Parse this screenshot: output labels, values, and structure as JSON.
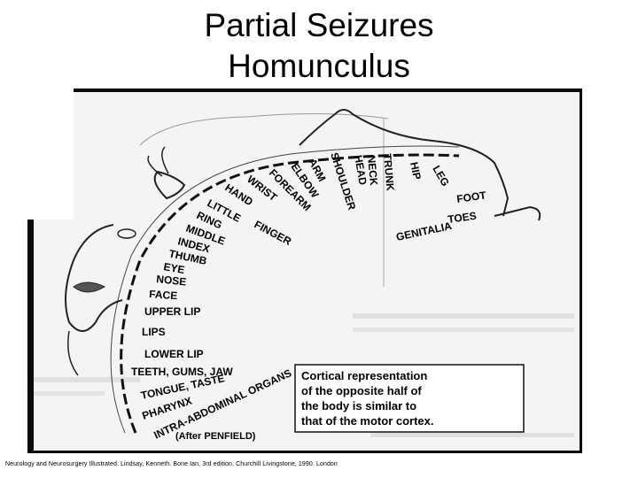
{
  "slide": {
    "title_line1": "Partial Seizures",
    "title_line2": "Homunculus",
    "citation": "Neurology and Neurosurgery Illustrated. Lindsay, Kenneth. Bone Ian, 3rd edition. Churchill Livingstone, 1990. London"
  },
  "diagram": {
    "body_parts": [
      "HIP",
      "LEG",
      "TRUNK",
      "NECK",
      "HEAD",
      "SHOULDER",
      "ARM",
      "ELBOW",
      "FOREARM",
      "WRIST",
      "HAND",
      "LITTLE",
      "FINGER",
      "RING",
      "MIDDLE",
      "INDEX",
      "THUMB",
      "EYE",
      "NOSE",
      "FACE",
      "UPPER LIP",
      "LIPS",
      "LOWER LIP",
      "TEETH, GUMS, JAW",
      "TONGUE, TASTE",
      "PHARYNX",
      "INTRA-ABDOMINAL ORGANS",
      "FOOT",
      "TOES",
      "GENITALIA"
    ],
    "caption_lines": [
      "Cortical representation",
      "of the opposite half of",
      "the body is similar to",
      "that of the motor cortex."
    ],
    "credit": "(After PENFIELD)"
  }
}
